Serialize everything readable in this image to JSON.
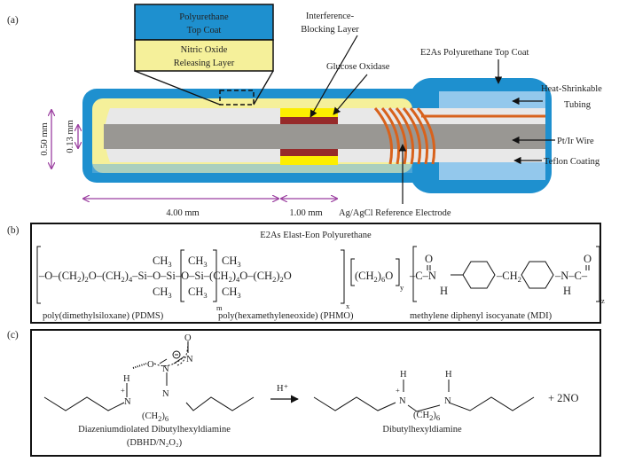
{
  "panels": {
    "a": {
      "label": "(a)",
      "inset": {
        "top_label_line1": "Polyurethane",
        "top_label_line2": "Top Coat",
        "bottom_label_line1": "Nitric Oxide",
        "bottom_label_line2": "Releasing Layer"
      },
      "callouts": {
        "interference_line1": "Interference-",
        "interference_line2": "Blocking Layer",
        "glucose_oxidase": "Glucose Oxidase",
        "e2as_top_coat": "E2As Polyurethane Top Coat",
        "heat_shrink_line1": "Heat-Shrinkable",
        "heat_shrink_line2": "Tubing",
        "pt_ir_wire": "Pt/Ir Wire",
        "teflon": "Teflon Coating",
        "reference_electrode": "Ag/AgCl Reference Electrode"
      },
      "dimensions": {
        "outer_diameter": "0.50 mm",
        "wire_diameter": "0.13 mm",
        "length_main": "4.00 mm",
        "length_sensing": "1.00 mm"
      },
      "colors": {
        "topcoat": "#1e90cf",
        "no_layer": "#f5f09a",
        "teflon": "#e8e8e8",
        "wire": "#999793",
        "enzyme": "#962a2a",
        "blocking": "#fcee00",
        "coil": "#d8621c",
        "tubing": "#93c8ec",
        "dimension": "#9b3fa0"
      }
    },
    "b": {
      "label": "(b)",
      "title": "E2As Elast-Eon Polyurethane",
      "segments": {
        "pdms": "poly(dimethylsiloxane) (PDMS)",
        "phmo": "poly(hexamethyleneoxide) (PHMO)",
        "mdi": "methylene diphenyl isocyanate (MDI)"
      },
      "repeat_indices": {
        "m": "m",
        "x": "x",
        "y": "y",
        "z": "z"
      }
    },
    "c": {
      "label": "(c)",
      "reactant_name_line1": "Diazeniumdiolated Dibutylhexyldiamine",
      "reactant_name_line2": "(DBHD/N₂O₂)",
      "catalyst": "H⁺",
      "product_name": "Dibutylhexyldiamine",
      "byproduct": "+  2NO"
    }
  }
}
